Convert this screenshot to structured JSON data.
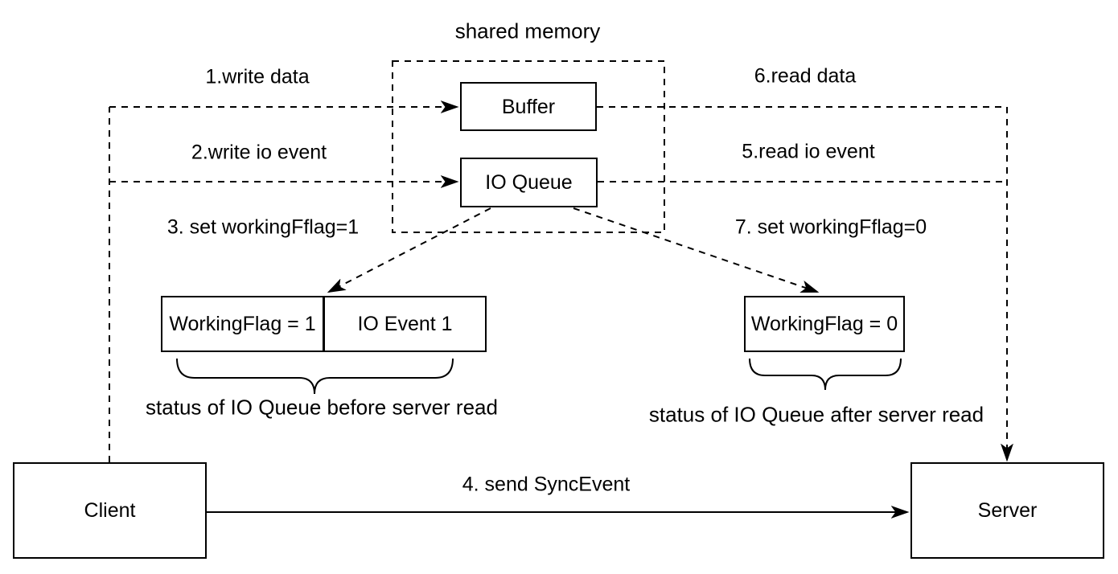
{
  "diagram": {
    "title": "shared memory",
    "nodes": {
      "buffer": "Buffer",
      "io_queue": "IO Queue",
      "client": "Client",
      "server": "Server",
      "working_flag_1": "WorkingFlag = 1",
      "io_event_1": "IO Event 1",
      "working_flag_0": "WorkingFlag = 0"
    },
    "edge_labels": {
      "write_data": "1.write data",
      "write_io_event": "2.write io event",
      "set_working_flag_1": "3. set workingFflag=1",
      "send_sync_event": "4. send SyncEvent",
      "read_io_event": "5.read io event",
      "read_data": "6.read data",
      "set_working_flag_0": "7. set workingFflag=0"
    },
    "captions": {
      "before_read": "status of IO Queue before server read",
      "after_read": "status of IO Queue after server read"
    },
    "colors": {
      "line": "#000000",
      "background": "#ffffff",
      "text": "#000000"
    }
  }
}
